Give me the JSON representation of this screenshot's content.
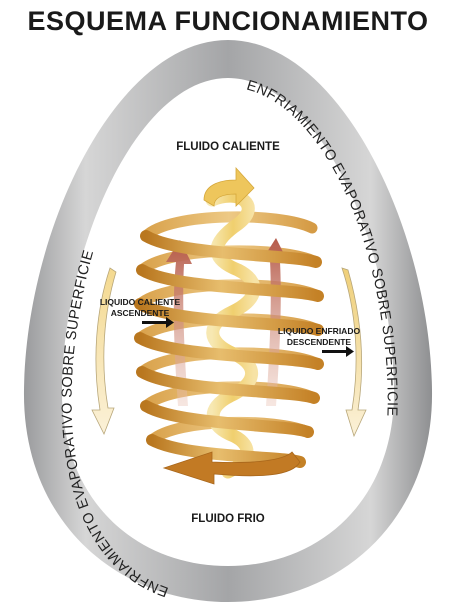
{
  "title": "ESQUEMA FUNCIONAMIENTO",
  "labels": {
    "hot_fluid": "FLUIDO CALIENTE",
    "cold_fluid": "FLUIDO FRIO",
    "rising_liquid_line1": "LIQUIDO CALIENTE",
    "rising_liquid_line2": "ASCENDENTE",
    "descending_liquid_line1": "LIQUIDO ENFRIADO",
    "descending_liquid_line2": "DESCENDENTE",
    "ring_text_left": "ENFRIAMIENTO EVAPORATIVO SOBRE SUPERFICIE",
    "ring_text_right": "ENFRIAMIENTO EVAPORATIVO SOBRE SUPERFICIE"
  },
  "colors": {
    "ring_dark": "#8e8f91",
    "ring_light": "#dcdcdc",
    "coil_dark": "#c8862a",
    "coil_light": "#e6b866",
    "inner_coil": "#f3d98a",
    "rising_arrow": "#c0685a",
    "cool_arrow": "#f6e4b4"
  }
}
